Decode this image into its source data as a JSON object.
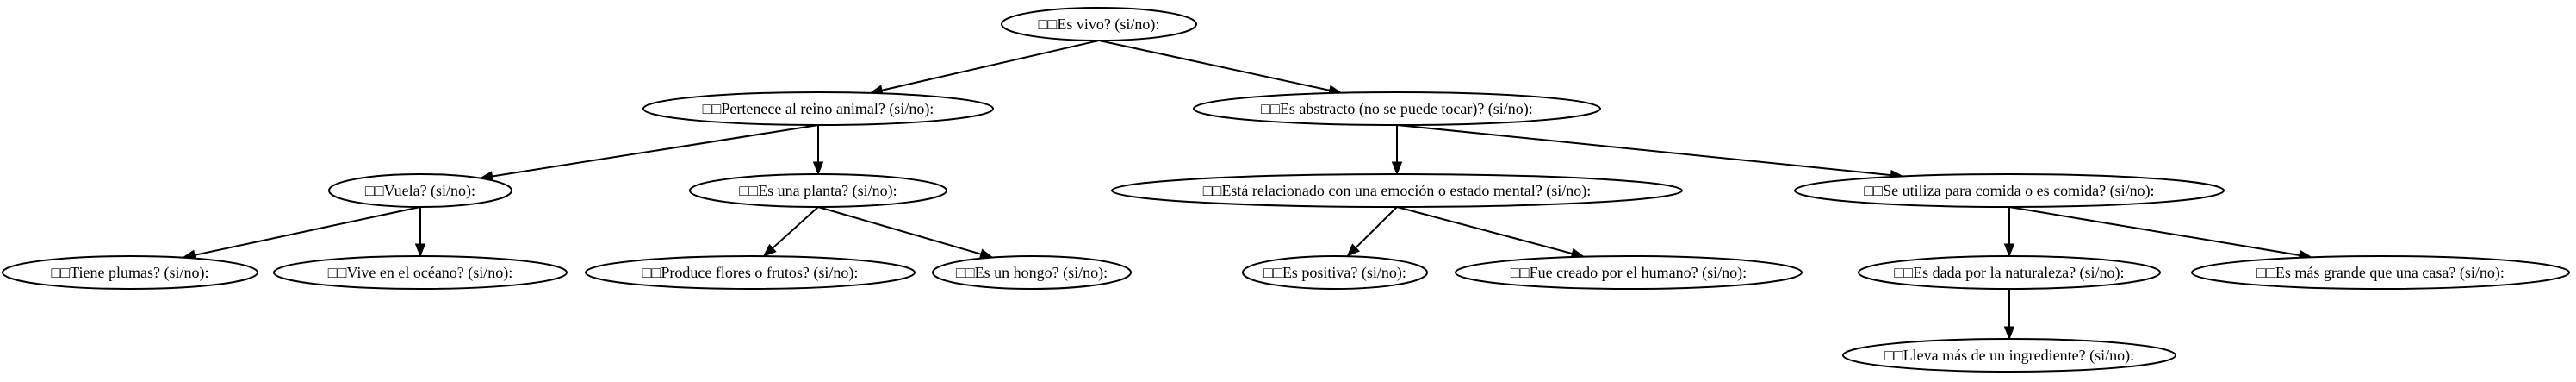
{
  "tree": {
    "nodes": [
      {
        "id": "root",
        "label": "□□Es vivo? (si/no):"
      },
      {
        "id": "n_animal",
        "label": "□□Pertenece al reino animal? (si/no):"
      },
      {
        "id": "n_abstracto",
        "label": "□□Es abstracto (no se puede tocar)? (si/no):"
      },
      {
        "id": "n_vuela",
        "label": "□□Vuela? (si/no):"
      },
      {
        "id": "n_planta",
        "label": "□□Es una planta? (si/no):"
      },
      {
        "id": "n_emocion",
        "label": "□□Está relacionado con una emoción o estado mental? (si/no):"
      },
      {
        "id": "n_comida",
        "label": "□□Se utiliza para comida o es comida? (si/no):"
      },
      {
        "id": "n_plumas",
        "label": "□□Tiene plumas? (si/no):"
      },
      {
        "id": "n_oceano",
        "label": "□□Vive en el océano? (si/no):"
      },
      {
        "id": "n_flores",
        "label": "□□Produce flores o frutos? (si/no):"
      },
      {
        "id": "n_hongo",
        "label": "□□Es un hongo? (si/no):"
      },
      {
        "id": "n_positiva",
        "label": "□□Es positiva? (si/no):"
      },
      {
        "id": "n_humano",
        "label": "□□Fue creado por el humano? (si/no):"
      },
      {
        "id": "n_naturaleza",
        "label": "□□Es dada por la naturaleza? (si/no):"
      },
      {
        "id": "n_casa",
        "label": "□□Es más grande que una casa? (si/no):"
      },
      {
        "id": "n_ingrediente",
        "label": "□□Lleva más de un ingrediente? (si/no):"
      }
    ],
    "edges": [
      {
        "from": "root",
        "to": "n_animal"
      },
      {
        "from": "root",
        "to": "n_abstracto"
      },
      {
        "from": "n_animal",
        "to": "n_vuela"
      },
      {
        "from": "n_animal",
        "to": "n_planta"
      },
      {
        "from": "n_vuela",
        "to": "n_plumas"
      },
      {
        "from": "n_vuela",
        "to": "n_oceano"
      },
      {
        "from": "n_planta",
        "to": "n_flores"
      },
      {
        "from": "n_planta",
        "to": "n_hongo"
      },
      {
        "from": "n_abstracto",
        "to": "n_emocion"
      },
      {
        "from": "n_abstracto",
        "to": "n_comida"
      },
      {
        "from": "n_emocion",
        "to": "n_positiva"
      },
      {
        "from": "n_emocion",
        "to": "n_humano"
      },
      {
        "from": "n_comida",
        "to": "n_naturaleza"
      },
      {
        "from": "n_comida",
        "to": "n_casa"
      },
      {
        "from": "n_naturaleza",
        "to": "n_ingrediente"
      }
    ]
  }
}
